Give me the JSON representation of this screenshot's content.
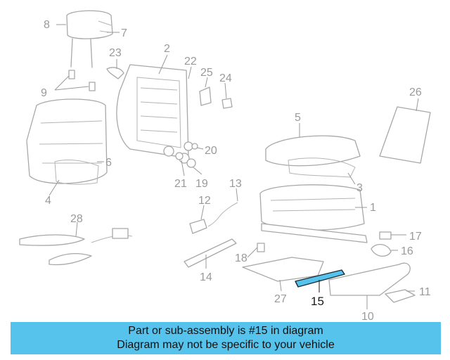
{
  "diagram": {
    "highlighted_part": "15",
    "highlight_color": "#56c3ec",
    "callouts": [
      "1",
      "2",
      "3",
      "4",
      "5",
      "6",
      "7",
      "8",
      "9",
      "10",
      "11",
      "12",
      "13",
      "14",
      "15",
      "16",
      "17",
      "18",
      "19",
      "20",
      "21",
      "22",
      "23",
      "24",
      "25",
      "26",
      "27",
      "28"
    ]
  },
  "banner": {
    "line1": "Part or sub-assembly is #15 in diagram",
    "line2": "Diagram may not be specific to your vehicle",
    "background": "#56c3ec"
  }
}
